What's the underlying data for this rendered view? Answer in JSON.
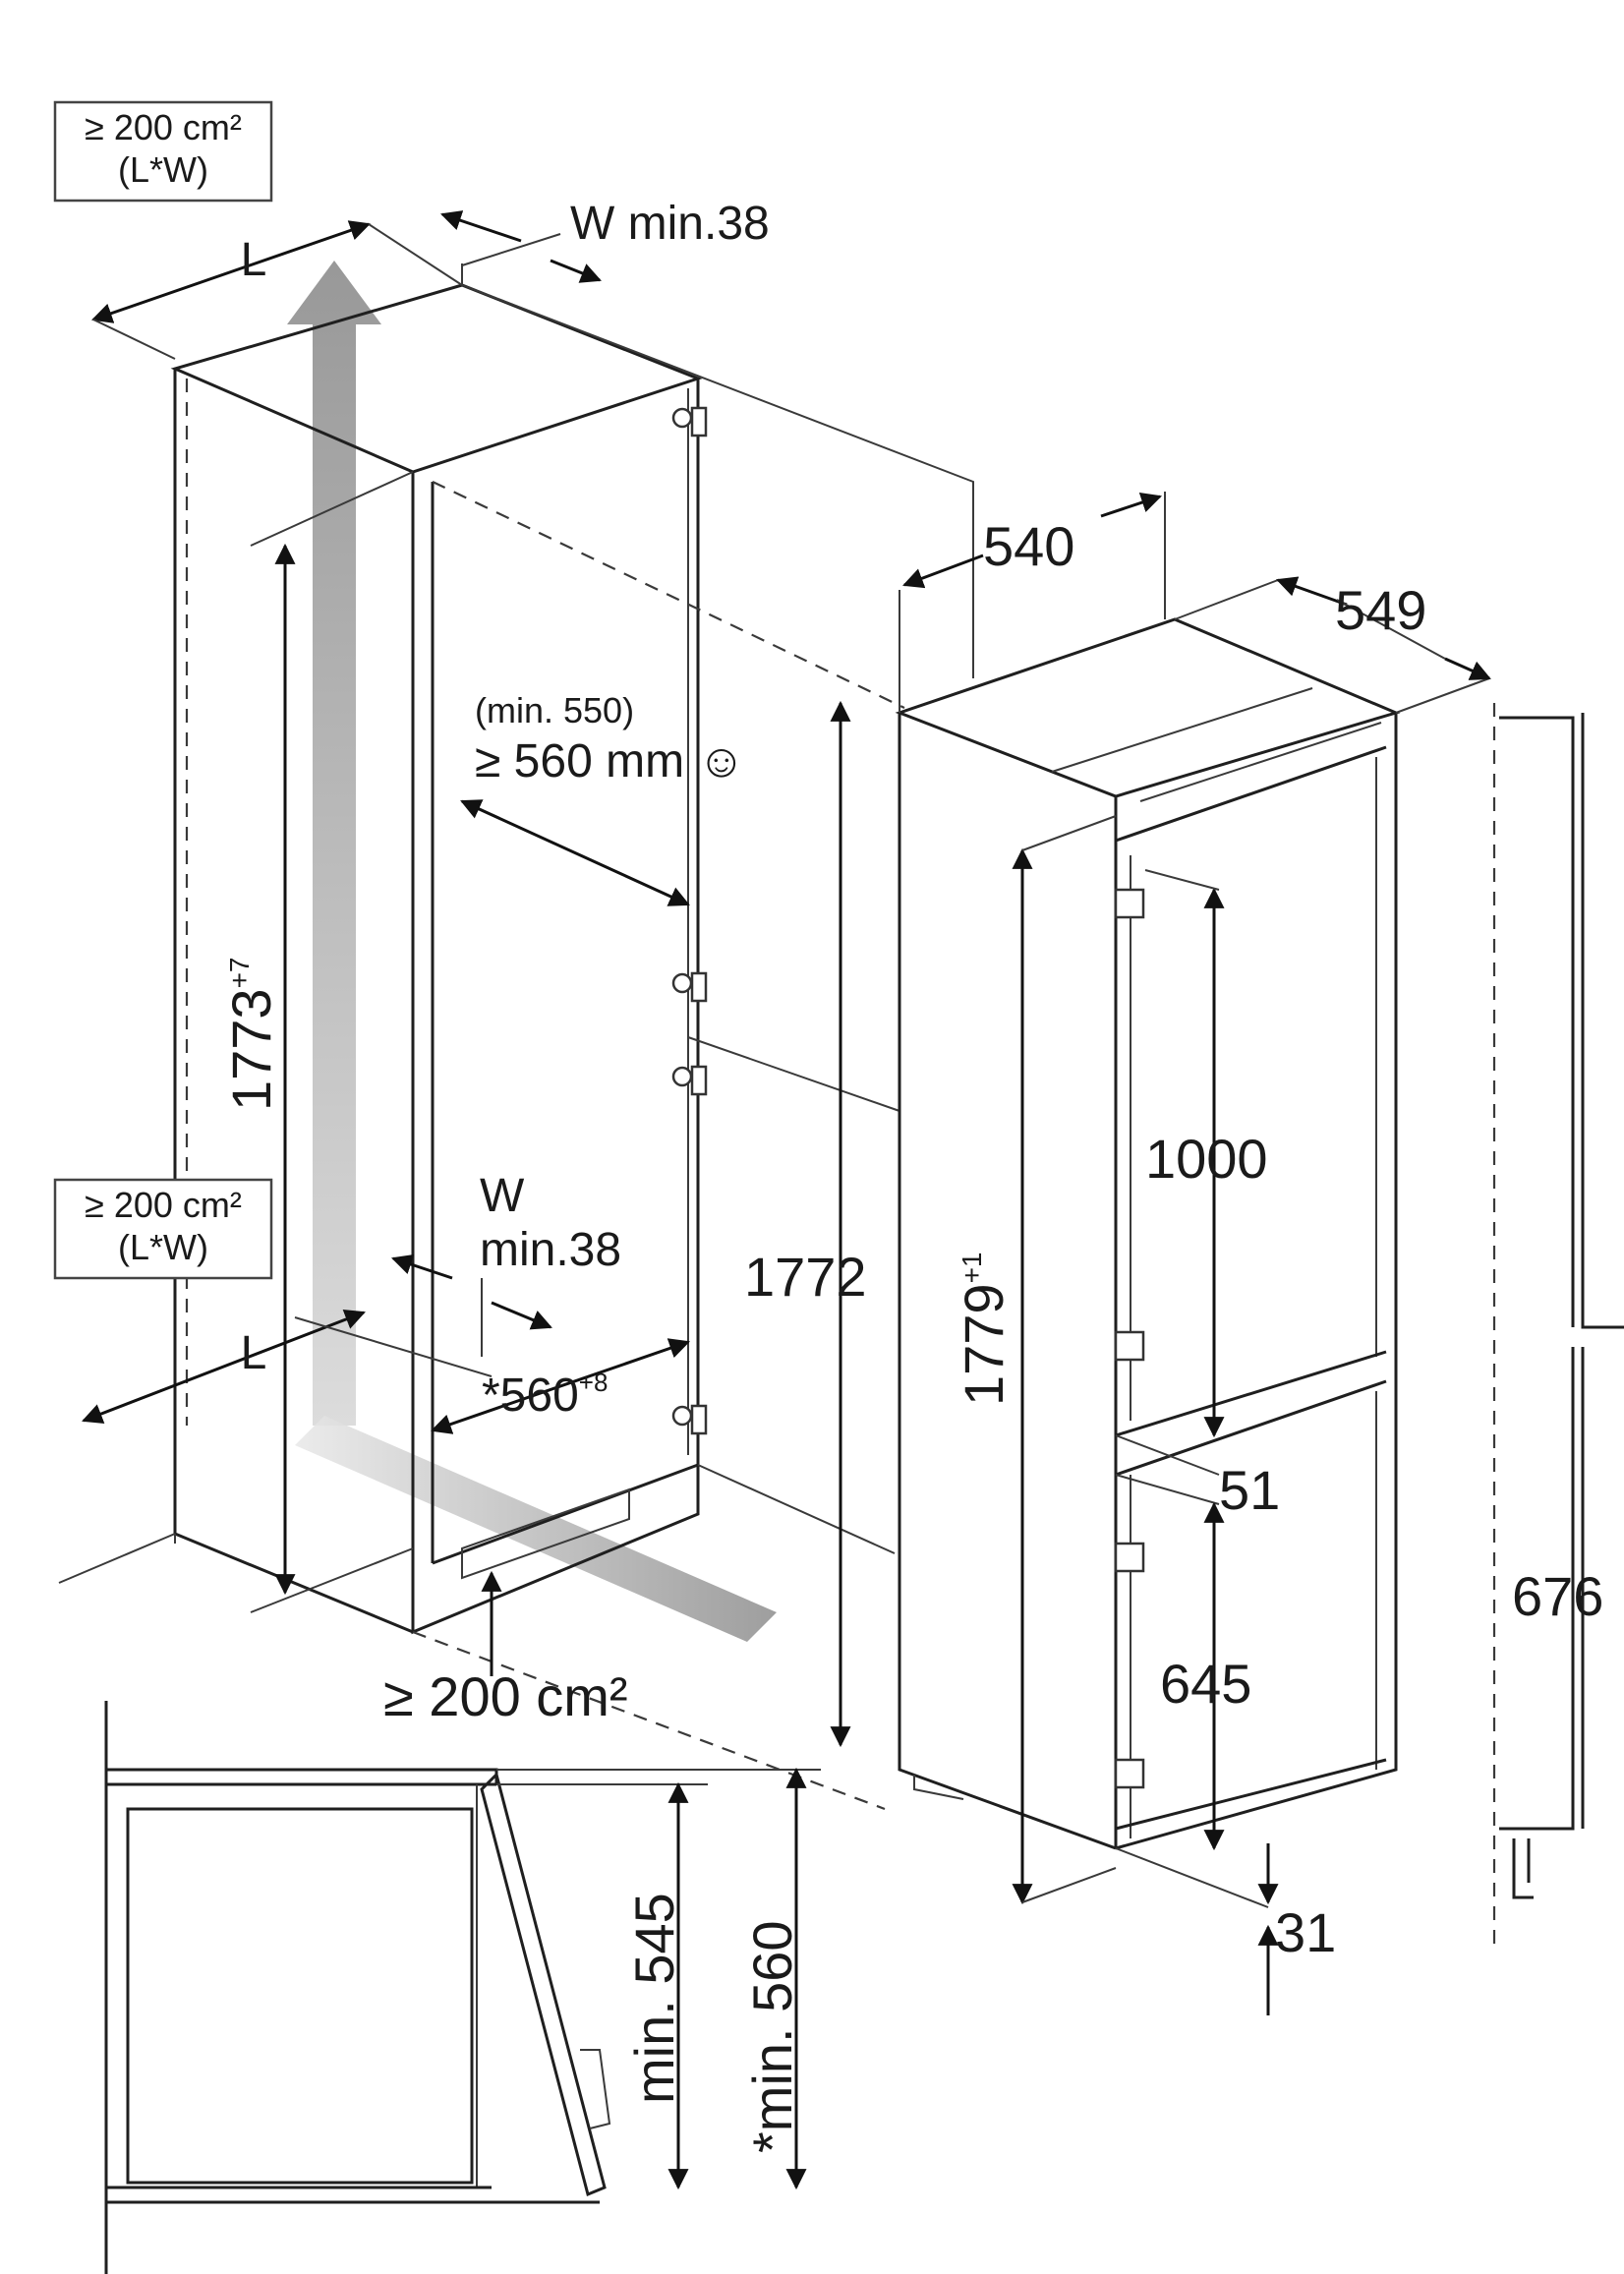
{
  "labels": {
    "area_box_top_line1": "≥ 200 cm²",
    "area_box_top_line2": "(L*W)",
    "area_box_bottom_line1": "≥ 200 cm²",
    "area_box_bottom_line2": "(L*W)",
    "l_top": "L",
    "l_bottom": "L",
    "w_top": "W min.38",
    "w_bottom_line1": "W",
    "w_bottom_line2": "min.38",
    "niche_depth_min": "(min. 550)",
    "niche_depth_rec": "≥ 560 mm ☺",
    "niche_height": "1773",
    "niche_height_tol": "+7",
    "niche_width": "*560",
    "niche_width_tol": "+8",
    "plinth_vent": "≥ 200 cm²",
    "dim_540": "540",
    "dim_549": "549",
    "dim_1772": "1772",
    "appliance_height": "1779",
    "appliance_height_tol": "+1",
    "dim_1000": "1000",
    "dim_51": "51",
    "dim_645": "645",
    "dim_31": "31",
    "dim_676": "676",
    "min_545": "min. 545",
    "min_560": "*min. 560"
  },
  "colors": {
    "line": "#1f1f1f",
    "airflow_arrow": "#9a9a9a",
    "background": "#ffffff"
  }
}
